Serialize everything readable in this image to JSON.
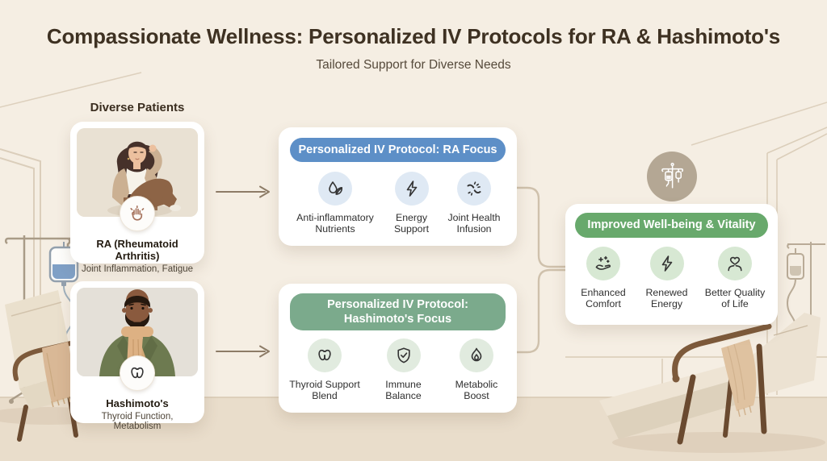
{
  "header": {
    "title": "Compassionate Wellness: Personalized IV Protocols for RA & Hashimoto's",
    "subtitle": "Tailored Support for Diverse Needs"
  },
  "patients_section": {
    "heading": "Diverse Patients",
    "patients": [
      {
        "name": "RA (Rheumatoid Arthritis)",
        "traits": "Joint Inflammation, Fatigue",
        "badge_icon": "hand-joint-pain-icon",
        "illustration": "seated-woman-holding-head"
      },
      {
        "name": "Hashimoto's",
        "traits": "Thyroid Function, Metabolism",
        "badge_icon": "thyroid-gland-icon",
        "illustration": "man-with-scarf"
      }
    ]
  },
  "protocol_cards": [
    {
      "header": "Personalized IV Protocol: RA Focus",
      "header_color": "#5d8fc7",
      "icon_circle_color": "#dfe9f4",
      "items": [
        {
          "label": "Anti-inflammatory Nutrients",
          "icon": "leaf-droplet-icon"
        },
        {
          "label": "Energy Support",
          "icon": "lightning-bolt-icon"
        },
        {
          "label": "Joint Health Infusion",
          "icon": "joint-relief-icon"
        }
      ]
    },
    {
      "header": "Personalized IV Protocol: Hashimoto's Focus",
      "header_color": "#7baa8c",
      "icon_circle_color": "#e1ebdf",
      "items": [
        {
          "label": "Thyroid Support Blend",
          "icon": "thyroid-gland-icon"
        },
        {
          "label": "Immune Balance",
          "icon": "shield-check-icon"
        },
        {
          "label": "Metabolic Boost",
          "icon": "flame-icon"
        }
      ]
    }
  ],
  "outcome_card": {
    "header": "Improved Well-being & Vitality",
    "header_color": "#68a96c",
    "icon_circle_color": "#d7e8d3",
    "badge_icon": "iv-stand-icon",
    "items": [
      {
        "label": "Enhanced Comfort",
        "icon": "hand-sparkles-icon"
      },
      {
        "label": "Renewed Energy",
        "icon": "lightning-bolt-icon"
      },
      {
        "label": "Better Quality of Life",
        "icon": "hands-heart-icon"
      }
    ]
  },
  "colors": {
    "wall": "#f5eee3",
    "floor": "#e9ddcb",
    "title_text": "#3e3122",
    "card_background": "#ffffff",
    "arrow": "#8d7c67",
    "connector_line": "#cfc1ac",
    "iv_badge_circle": "#b4a794",
    "ra_accent": "#5d8fc7",
    "hashimoto_accent": "#7baa8c",
    "outcome_accent": "#68a96c"
  }
}
